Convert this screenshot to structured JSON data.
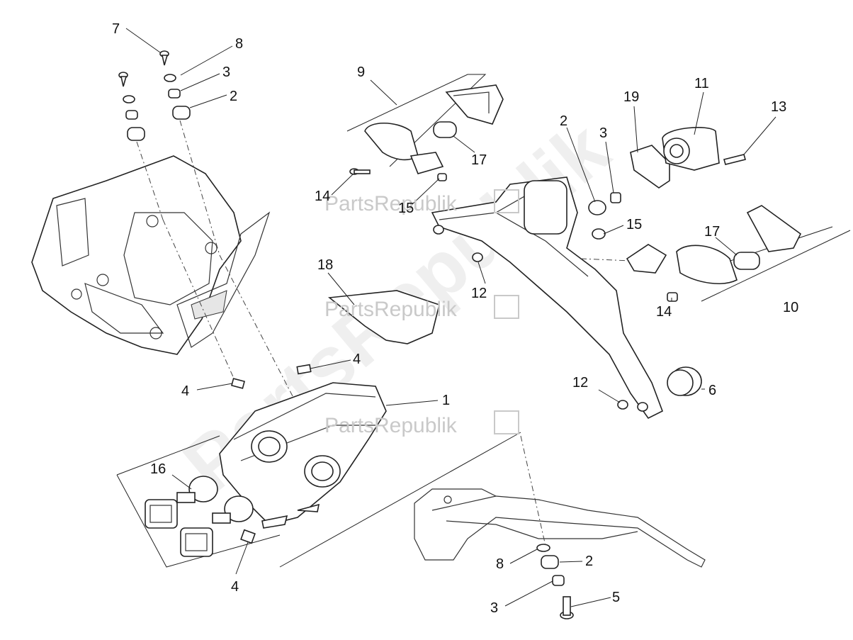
{
  "watermark": {
    "brand": "PartsRepublik",
    "diagonal": "PartsRepublik"
  },
  "callouts": {
    "c7": "7",
    "c8a": "8",
    "c3a": "3",
    "c2a": "2",
    "c9": "9",
    "c17a": "17",
    "c14a": "14",
    "c15a": "15",
    "c2b": "2",
    "c3b": "3",
    "c19": "19",
    "c11": "11",
    "c13": "13",
    "c15b": "15",
    "c17b": "17",
    "c18": "18",
    "c12a": "12",
    "c14b": "14",
    "c10": "10",
    "c4a": "4",
    "c4b": "4",
    "c1": "1",
    "c12b": "12",
    "c6": "6",
    "c16": "16",
    "c4c": "4",
    "c8b": "8",
    "c2c": "2",
    "c3c": "3",
    "c5": "5"
  }
}
